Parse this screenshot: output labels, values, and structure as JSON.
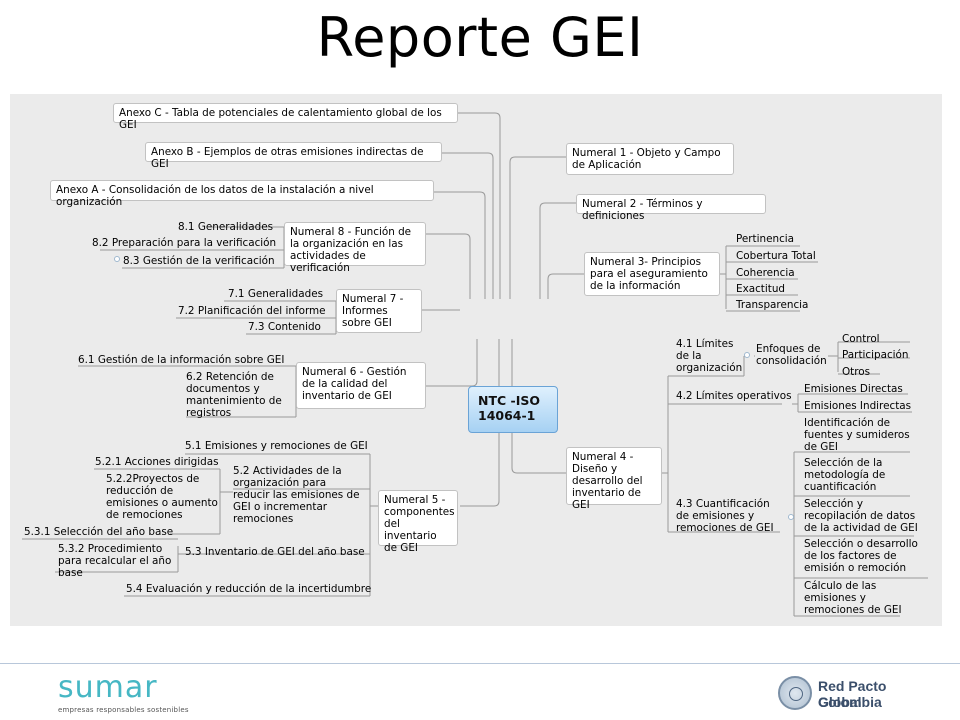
{
  "title": "Reporte GEI",
  "root": "NTC -ISO 14064-1",
  "annex_c": "Anexo C - Tabla de potenciales de calentamiento global de los GEI",
  "annex_b": "Anexo B - Ejemplos de otras emisiones indirectas de GEI",
  "annex_a": "Anexo A - Consolidación de los datos de la instalación a nivel organización",
  "n8": {
    "label": "Numeral 8 - Función de la organización en las actividades de verificación",
    "items": [
      "8.1 Generalidades",
      "8.2 Preparación para la verificación",
      "8.3 Gestión de la verificación"
    ]
  },
  "n7": {
    "label": "Numeral 7 - Informes sobre GEI",
    "items": [
      "7.1 Generalidades",
      "7.2 Planificación del informe",
      "7.3 Contenido"
    ]
  },
  "n6": {
    "label": "Numeral 6 - Gestión de la calidad del inventario de GEI",
    "items": [
      "6.1 Gestión de la información sobre GEI",
      "6.2 Retención de documentos y mantenimiento de registros"
    ]
  },
  "n5": {
    "label": "Numeral 5 - componentes del inventario de GEI",
    "s51": "5.1 Emisiones y remociones de GEI",
    "s52": "5.2 Actividades de la organización para reducir las emisiones de GEI o incrementar remociones",
    "s521": "5.2.1 Acciones dirigidas",
    "s522": "5.2.2Proyectos de reducción de emisiones o aumento de remociones",
    "s53": "5.3 Inventario de GEI del año base",
    "s531": "5.3.1 Selección del año base",
    "s532": "5.3.2 Procedimiento para recalcular el año base",
    "s54": "5.4 Evaluación y reducción de la incertidumbre"
  },
  "n1": "Numeral 1 - Objeto y Campo de Aplicación",
  "n2": "Numeral 2 - Términos y definiciones",
  "n3": {
    "label": "Numeral 3- Principios para el aseguramiento de la información",
    "items": [
      "Pertinencia",
      "Cobertura Total",
      "Coherencia",
      "Exactitud",
      "Transparencia"
    ]
  },
  "n4": {
    "label": "Numeral 4 - Diseño y desarrollo del inventario de GEI",
    "s41": "4.1 Límites de la organización",
    "s41_enfoques": "Enfoques de consolidación",
    "s41_items": [
      "Control",
      "Participación",
      "Otros"
    ],
    "s42": "4.2 Límites operativos",
    "s42_items": [
      "Emisiones Directas",
      "Emisiones Indirectas"
    ],
    "s43": "4.3 Cuantificación de emisiones y remociones de GEI",
    "s43_items": [
      "Identificación de fuentes y sumideros de GEI",
      "Selección de la metodología de cuantificación",
      "Selección y recopilación de datos de la actividad de GEI",
      "Selección o desarrollo de los factores de emisión o remoción",
      "Cálculo de las emisiones y remociones de GEI"
    ]
  },
  "footer": {
    "sumar_word": "sumar",
    "sumar_tag": "empresas responsables sostenibles",
    "pacto_line1": "Red Pacto Global",
    "pacto_line2": "Colombia"
  }
}
